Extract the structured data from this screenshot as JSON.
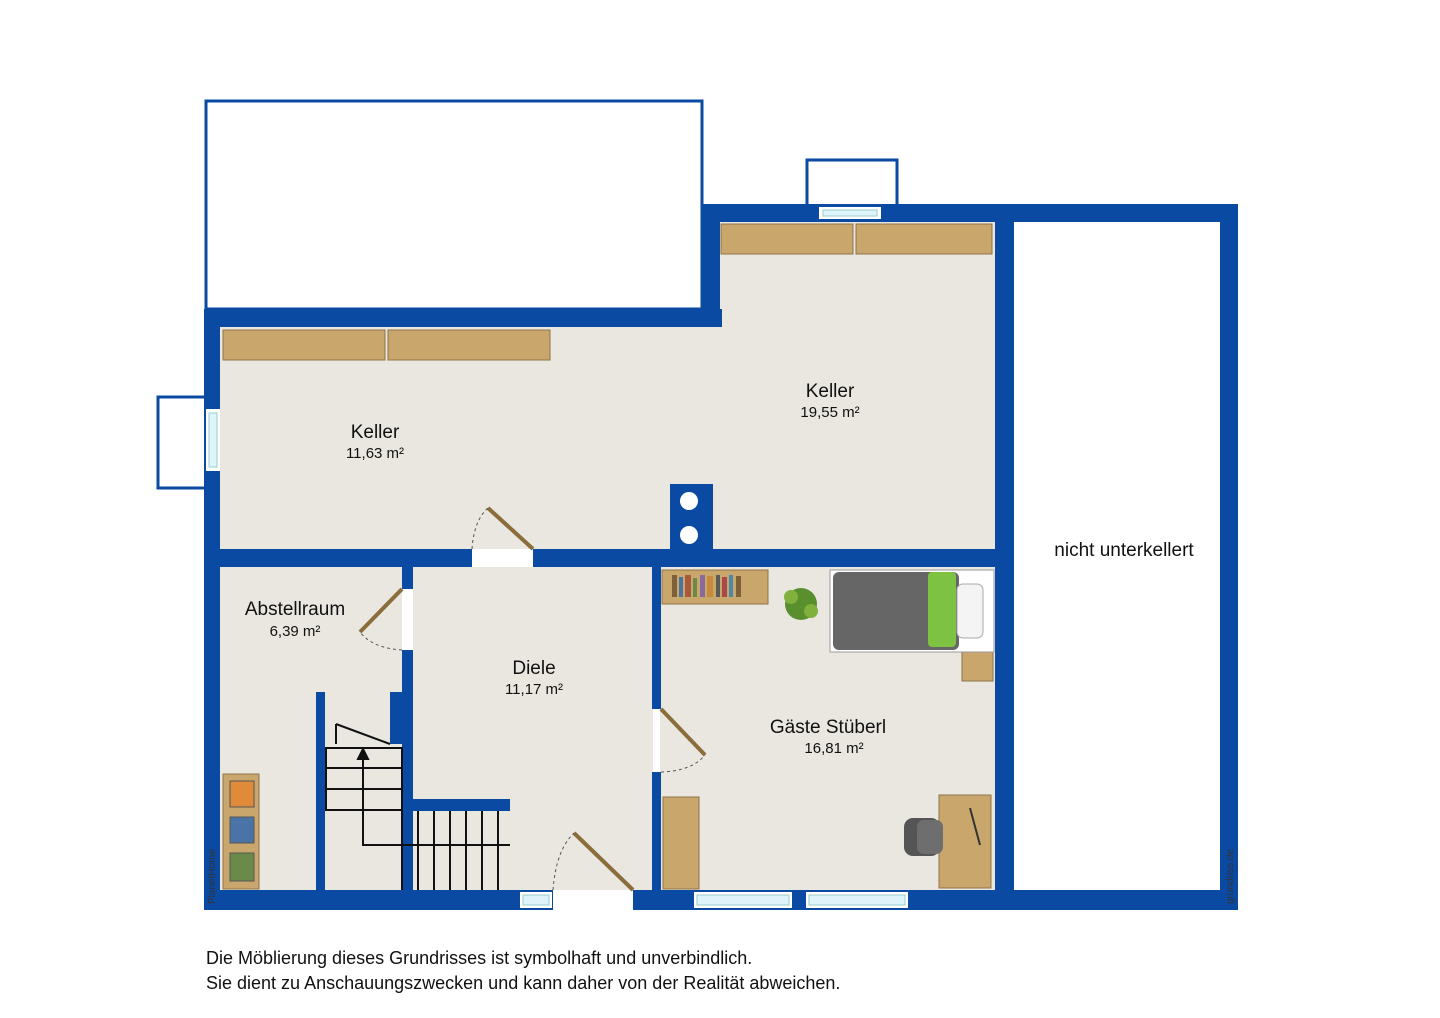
{
  "rooms": {
    "keller_left": {
      "name": "Keller",
      "area": "11,63 m²"
    },
    "keller_right": {
      "name": "Keller",
      "area": "19,55 m²"
    },
    "abstellraum": {
      "name": "Abstellraum",
      "area": "6,39 m²"
    },
    "diele": {
      "name": "Diele",
      "area": "11,17 m²"
    },
    "gaeste": {
      "name": "Gäste Stüberl",
      "area": "16,81 m²"
    },
    "unterkellert": {
      "name": "nicht unterkellert"
    }
  },
  "credits": {
    "left": "PlanetHome",
    "right": "grundriss.de"
  },
  "disclaimer": {
    "line1": "Die Möblierung dieses Grundrisses ist symbolhaft und unverbindlich.",
    "line2": "Sie dient zu Anschauungszwecken und kann daher von der Realität abweichen."
  },
  "colors": {
    "wall": "#0a4aa3",
    "floor": "#e9e7df",
    "shelf": "#c9a66b",
    "bed_green": "#7ec242",
    "bed_grey": "#666666"
  }
}
